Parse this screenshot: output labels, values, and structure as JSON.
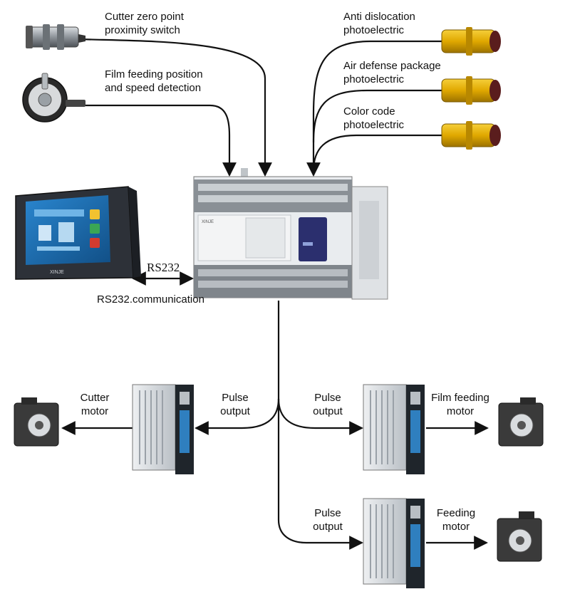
{
  "labels": {
    "cutter_zero_point": "Cutter zero point\nproximity switch",
    "film_feeding_detection": "Film feeding position\nand speed detection",
    "anti_dislocation": "Anti dislocation\nphotoelectric",
    "air_defense": "Air defense package\nphotoelectric",
    "color_code": "Color code\nphotoelectric",
    "rs232_link": "RS232",
    "rs232_comm": "RS232.communication",
    "pulse_output_left": "Pulse\noutput",
    "pulse_output_right": "Pulse\noutput",
    "pulse_output_bottom": "Pulse\noutput",
    "cutter_motor": "Cutter\nmotor",
    "film_feeding_motor": "Film feeding\nmotor",
    "feeding_motor": "Feeding\nmotor"
  },
  "hmi_screen": {
    "brand": "XINJE"
  },
  "plc": {
    "brand": "XINJE"
  },
  "colors": {
    "line": "#111111",
    "sensor_yellow": "#e0a800",
    "plc_body": "#e9ecef",
    "plc_module": "#2b2f6e",
    "hmi_frame": "#2d3138",
    "hmi_screen": "#1f6fb3",
    "servo_body": "#c7cdd3",
    "motor_body": "#3a3a3a"
  }
}
